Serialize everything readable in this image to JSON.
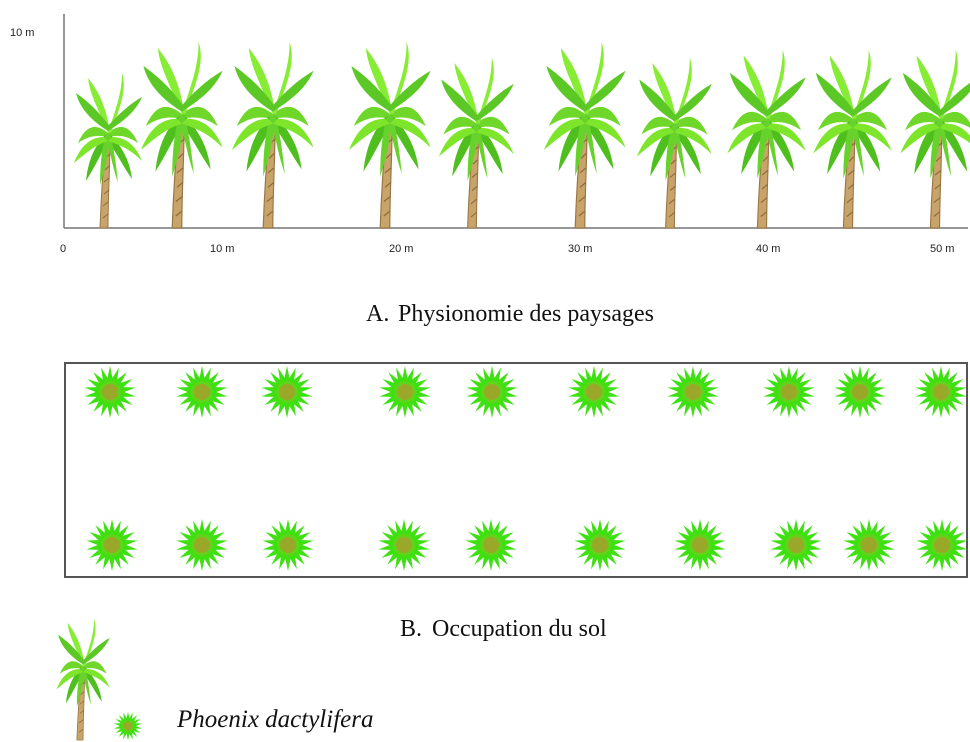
{
  "panel_a": {
    "y_axis_label": "10 m",
    "x_ticks": [
      "0",
      "10 m",
      "20 m",
      "30 m",
      "40 m",
      "50 m"
    ],
    "caption_letter": "A.",
    "caption_text": "Physionomie des paysages",
    "tree_count": 10
  },
  "panel_b": {
    "caption_letter": "B.",
    "caption_text": "Occupation du sol",
    "rows": 2,
    "crowns_per_row": 10
  },
  "legend": {
    "species": "Phoenix dactylifera"
  },
  "colors": {
    "frond_light": "#7ee62a",
    "frond_dark": "#3fbf1a",
    "trunk": "#c8a46a",
    "trunk_dark": "#8c6a3a",
    "crown_center": "#9aa82a",
    "crown_rays": "#3ee012",
    "frame": "#555555"
  }
}
